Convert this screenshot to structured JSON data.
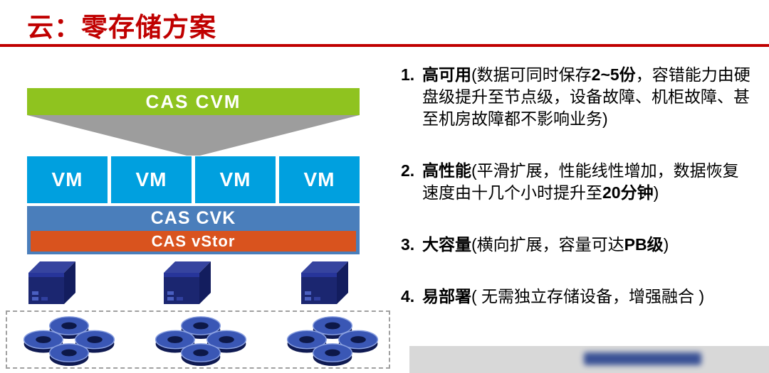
{
  "header": {
    "title": "云：零存储方案"
  },
  "colors": {
    "title_red": "#c00000",
    "cvm_green": "#8fc31f",
    "vm_cyan": "#00a0df",
    "cvk_blue": "#4a7ebb",
    "vstor_orange": "#d9531e",
    "funnel_gray": "#9d9d9d",
    "server_navy": "#1b2670"
  },
  "diagram": {
    "cvm_label": "CAS CVM",
    "vm_labels": [
      "VM",
      "VM",
      "VM",
      "VM"
    ],
    "cvk_label": "CAS CVK",
    "vstor_label": "CAS vStor"
  },
  "features": [
    {
      "num": "1.",
      "segments": [
        {
          "t": "高可用",
          "b": true
        },
        {
          "t": "(数据可同时保存",
          "b": false
        },
        {
          "t": "2~5份",
          "b": true
        },
        {
          "t": "，容错能力由硬盘级提升至节点级，设备故障、机柜故障、甚至机房故障都不影响业务)",
          "b": false
        }
      ]
    },
    {
      "num": "2.",
      "segments": [
        {
          "t": "高性能",
          "b": true
        },
        {
          "t": "(平滑扩展，性能线性增加，数据恢复速度由十几个小时提升至",
          "b": false
        },
        {
          "t": "20分钟",
          "b": true
        },
        {
          "t": ")",
          "b": false
        }
      ]
    },
    {
      "num": "3.",
      "segments": [
        {
          "t": "大容量",
          "b": true
        },
        {
          "t": "(横向扩展，容量可达",
          "b": false
        },
        {
          "t": "PB级",
          "b": true
        },
        {
          "t": ")",
          "b": false
        }
      ]
    },
    {
      "num": "4.",
      "segments": [
        {
          "t": "易部署",
          "b": true
        },
        {
          "t": "( 无需独立存储设备，增强融合 )",
          "b": false
        }
      ]
    }
  ]
}
